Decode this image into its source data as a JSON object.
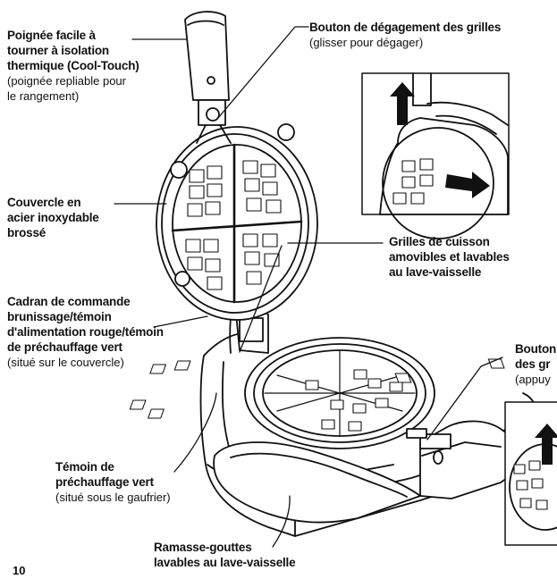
{
  "page_number": "10",
  "labels": {
    "handle": {
      "bold": [
        "Poignée facile à",
        "tourner à isolation",
        "thermique (Cool-Touch)"
      ],
      "normal": [
        "(poignée repliable pour",
        "le rangement)"
      ]
    },
    "release": {
      "bold": [
        "Bouton de dégagement des grilles"
      ],
      "normal": [
        "(glisser pour dégager)"
      ]
    },
    "lid": {
      "bold": [
        "Couvercle en",
        "acier inoxydable",
        "brossé"
      ],
      "normal": []
    },
    "plates": {
      "bold": [
        "Grilles de cuisson",
        "amovibles et lavables",
        "au lave-vaisselle"
      ],
      "normal": []
    },
    "dial": {
      "bold": [
        "Cadran de commande",
        "brunissage/témoin",
        "d'alimentation rouge/témoin",
        "de préchauffage vert"
      ],
      "normal": [
        "(situé sur le couvercle)"
      ]
    },
    "button_right": {
      "bold": [
        "Bouton",
        "des gr"
      ],
      "normal": [
        "(appuy"
      ]
    },
    "preheat": {
      "bold": [
        "Témoin de",
        "préchauffage vert"
      ],
      "normal": [
        "(situé sous le gaufrier)"
      ]
    },
    "drip": {
      "bold": [
        "Ramasse-gouttes",
        "lavables au lave-vaisselle"
      ],
      "normal": []
    }
  }
}
